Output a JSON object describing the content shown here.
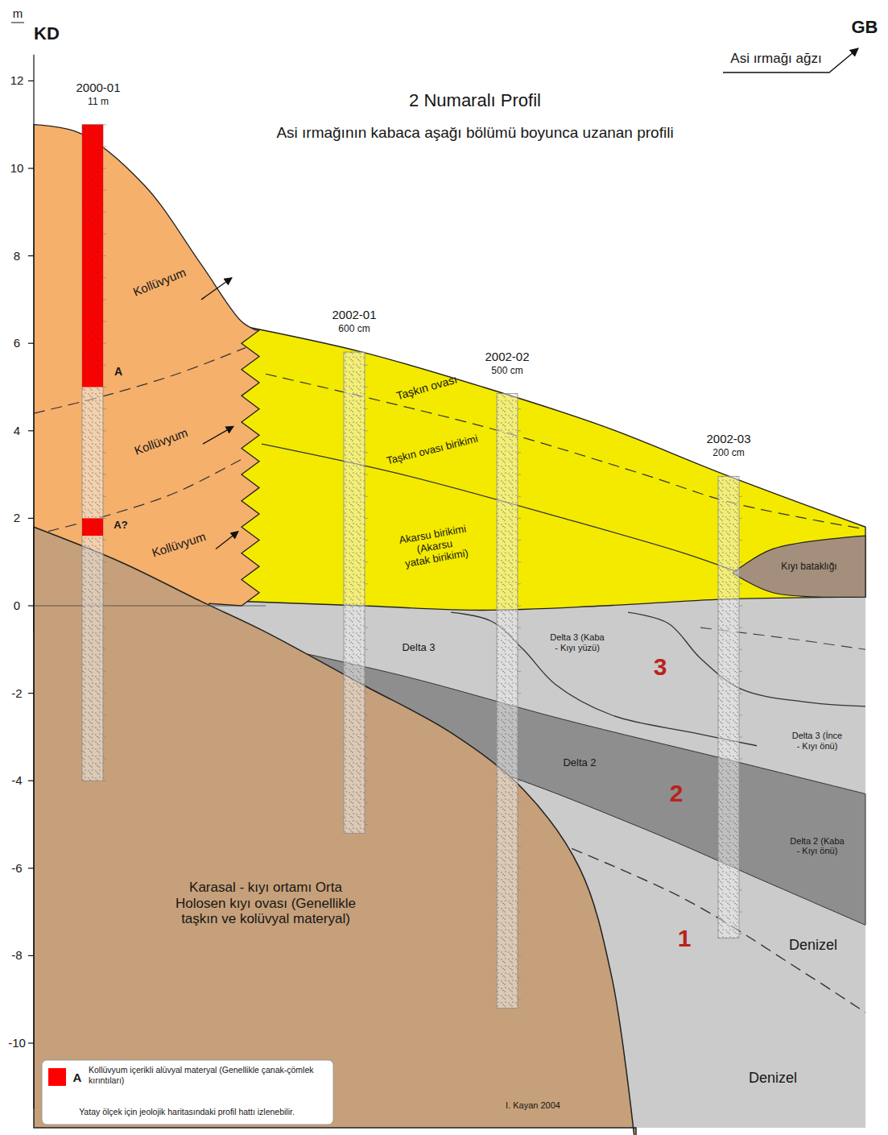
{
  "diagram": {
    "title": "2 Numaralı Profil",
    "labels": [
      "KD",
      "GB",
      "m",
      "12",
      "10",
      "8",
      "6",
      "4",
      "2",
      "0",
      "-2",
      "-4",
      "-6",
      "-8",
      "-10",
      "Asi ırmağının kabaca aşağı bölümü boyunca uzanan profili",
      "2000-01",
      "11 m",
      "2002-01",
      "600 cm",
      "2002-02",
      "500 cm",
      "2002-03",
      "200 cm",
      "Asi ırmağı ağzı",
      "Kıyı bataklığı",
      "Taşkın ovası",
      "Taşkın ovası birikimi",
      "Akarsu birikimi (Akarsu yatak birikimi)",
      "Kollüvyum",
      "Kollüvyum",
      "Kollüvyum",
      "A",
      "A?",
      "Delta 3",
      "Delta 3 (Kaba - Kıyı yüzü)",
      "Delta 3 (İnce - Kıyı önü)",
      "Delta 2",
      "Delta 2 (Kaba - Kıyı önü)",
      "3",
      "2",
      "1",
      "Denizel",
      "Denizel",
      "Karasal - kıyı ortamı Orta Holosen kıyı ovası (Genellikle taşkın ve kolüvyal materyal)",
      "I. Kayan 2004",
      "A",
      "Yatay ölçek için jeolojik haritasındaki profil hattı izlenebilir."
    ],
    "legend": [
      {
        "text": "Kollüvyum içerikli alüvyal materyal (Genellikle çanak-çömlek kırıntıları)",
        "color": "#ff0000"
      }
    ]
  }
}
